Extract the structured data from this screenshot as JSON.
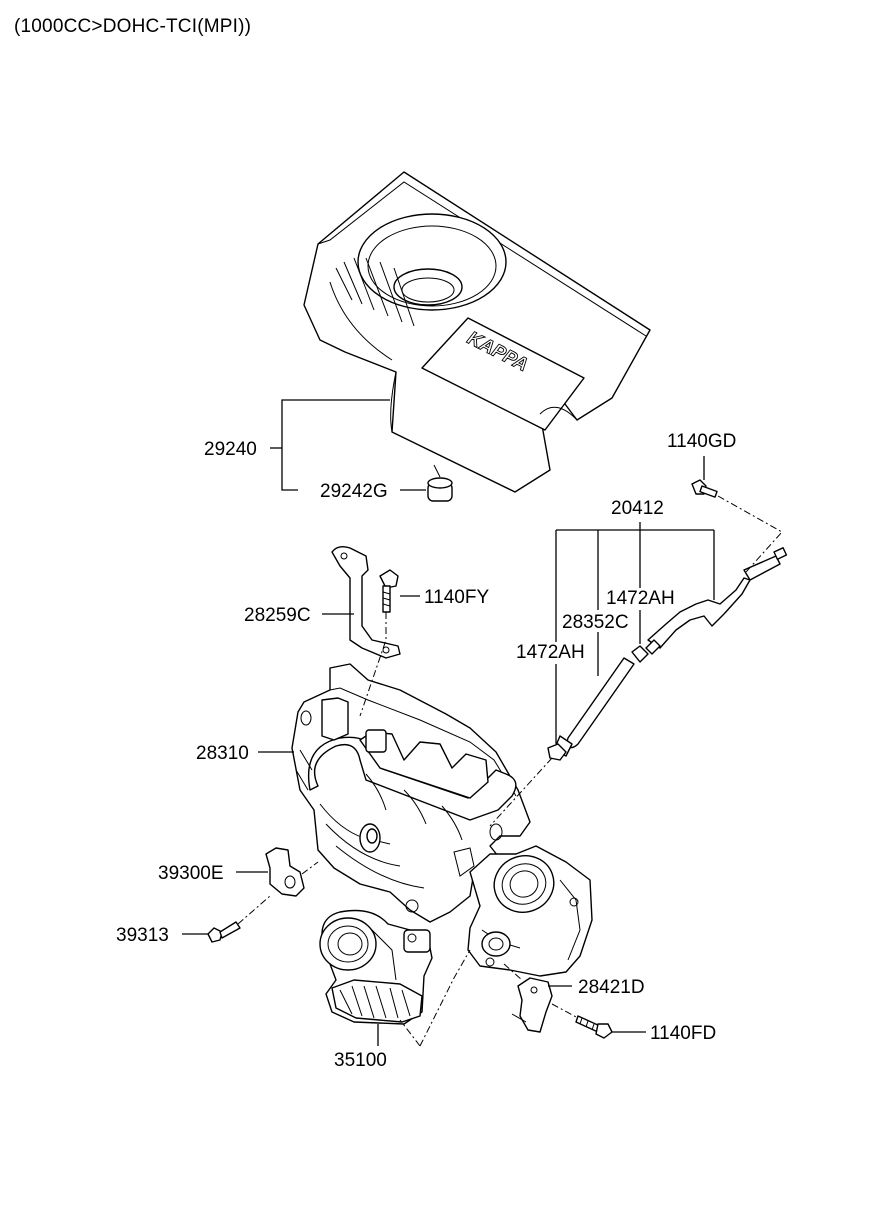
{
  "header": {
    "title": "(1000CC>DOHC-TCI(MPI))"
  },
  "cover": {
    "logo_text": "KAPPA"
  },
  "parts": {
    "p29240": "29240",
    "p29242G": "29242G",
    "p1140GD": "1140GD",
    "p20412": "20412",
    "p1472AH_a": "1472AH",
    "p28352C": "28352C",
    "p1472AH_b": "1472AH",
    "p1140FY": "1140FY",
    "p28259C": "28259C",
    "p28310": "28310",
    "p39300E": "39300E",
    "p39313": "39313",
    "p28421D": "28421D",
    "p1140FD": "1140FD",
    "p35100": "35100"
  }
}
